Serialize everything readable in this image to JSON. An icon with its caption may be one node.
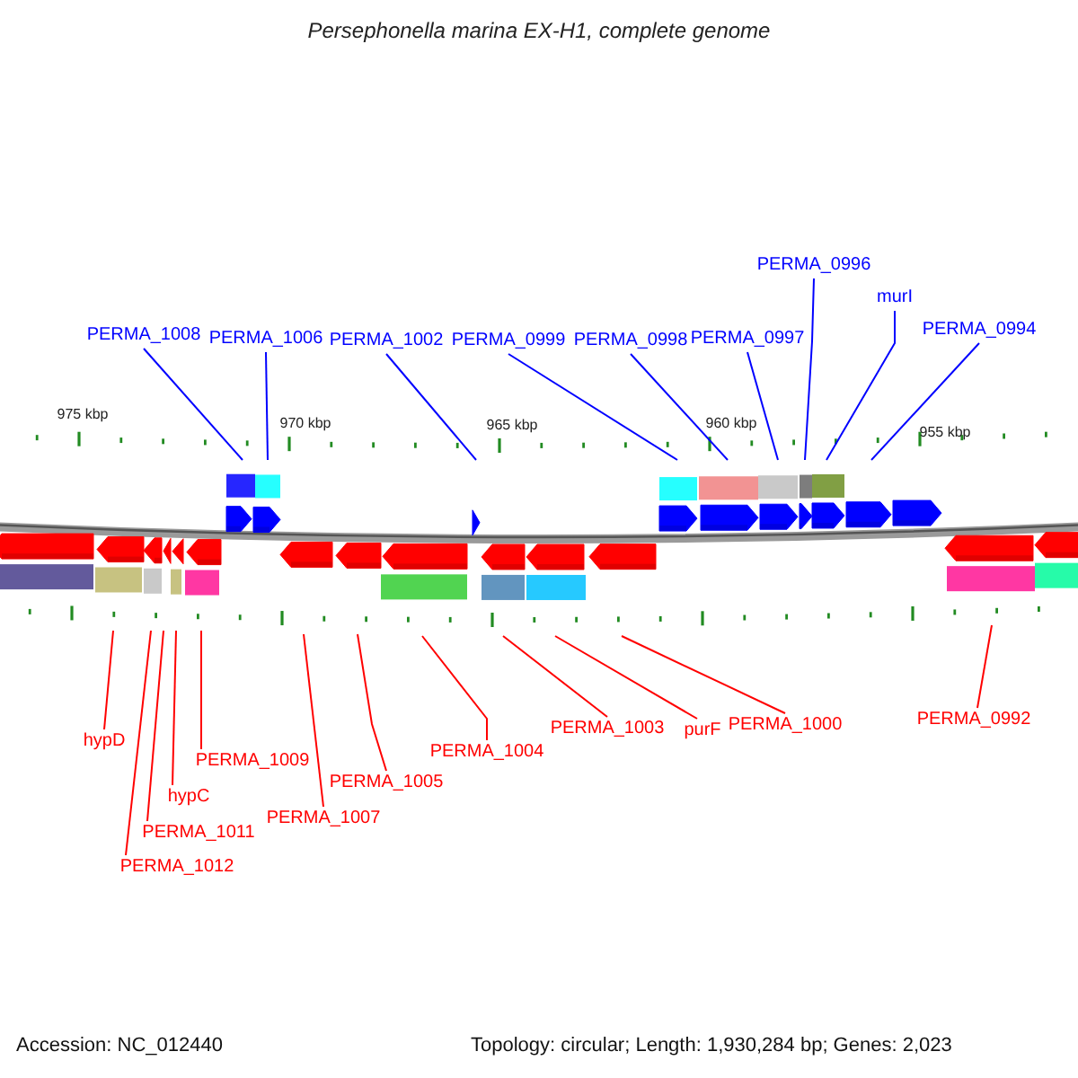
{
  "diagram": {
    "title": "Persephonella marina EX-H1, complete genome",
    "nodes": [
      {
        "text": [
          "PERMA_1008"
        ]
      },
      {
        "text": [
          "PERMA_1006"
        ]
      },
      {
        "text": [
          "PERMA_1002"
        ]
      },
      {
        "text": [
          "PERMA_0999"
        ]
      },
      {
        "text": [
          "PERMA_0998"
        ]
      },
      {
        "text": [
          "PERMA_0997"
        ]
      },
      {
        "text": [
          "PERMA_0996"
        ]
      },
      {
        "text": [
          "murI"
        ]
      },
      {
        "text": [
          "PERMA_0994"
        ]
      },
      {
        "text": [
          "hypD"
        ]
      },
      {
        "text": [
          "PERMA_1012"
        ]
      },
      {
        "text": [
          "PERMA_1011"
        ]
      },
      {
        "text": [
          "hypC"
        ]
      },
      {
        "text": [
          "PERMA_1009"
        ]
      },
      {
        "text": [
          "PERMA_1007"
        ]
      },
      {
        "text": [
          "PERMA_1005"
        ]
      },
      {
        "text": [
          "PERMA_1004"
        ]
      },
      {
        "text": [
          "PERMA_1003"
        ]
      },
      {
        "text": [
          "purF"
        ]
      },
      {
        "text": [
          "PERMA_1000"
        ]
      },
      {
        "text": [
          "PERMA_0992"
        ]
      }
    ],
    "edges": [
      {
        "from": 0,
        "to": null,
        "arrow": "none",
        "color": "#0000ff"
      },
      {
        "from": 1,
        "to": null,
        "arrow": "none",
        "color": "#0000ff"
      },
      {
        "from": 2,
        "to": null,
        "arrow": "none",
        "color": "#0000ff"
      },
      {
        "from": 3,
        "to": null,
        "arrow": "none",
        "color": "#0000ff"
      },
      {
        "from": 4,
        "to": null,
        "arrow": "none",
        "color": "#0000ff"
      },
      {
        "from": 5,
        "to": null,
        "arrow": "none",
        "color": "#0000ff"
      },
      {
        "from": 6,
        "to": null,
        "arrow": "none",
        "color": "#0000ff"
      },
      {
        "from": 7,
        "to": null,
        "arrow": "none",
        "color": "#0000ff"
      },
      {
        "from": 8,
        "to": null,
        "arrow": "none",
        "color": "#0000ff"
      },
      {
        "from": 9,
        "to": null,
        "arrow": "none"
      },
      {
        "from": 10,
        "to": null,
        "arrow": "none"
      },
      {
        "from": 11,
        "to": null,
        "arrow": "none"
      },
      {
        "from": 12,
        "to": null,
        "arrow": "none"
      },
      {
        "from": 13,
        "to": null,
        "arrow": "none"
      },
      {
        "from": 14,
        "to": null,
        "arrow": "none"
      },
      {
        "from": 15,
        "to": null,
        "arrow": "none"
      },
      {
        "from": 16,
        "to": null,
        "arrow": "none"
      },
      {
        "from": 17,
        "to": null,
        "arrow": "none"
      },
      {
        "from": 18,
        "to": null,
        "arrow": "none"
      },
      {
        "from": 19,
        "to": null,
        "arrow": "none"
      },
      {
        "from": 20,
        "to": null,
        "arrow": "none"
      }
    ],
    "labels": [
      "975 kbp",
      "970 kbp",
      "965 kbp",
      "960 kbp",
      "955 kbp",
      "Accession: NC_012440",
      "Topology: circular; Length: 1,930,284 bp; Genes: 2,023"
    ]
  }
}
